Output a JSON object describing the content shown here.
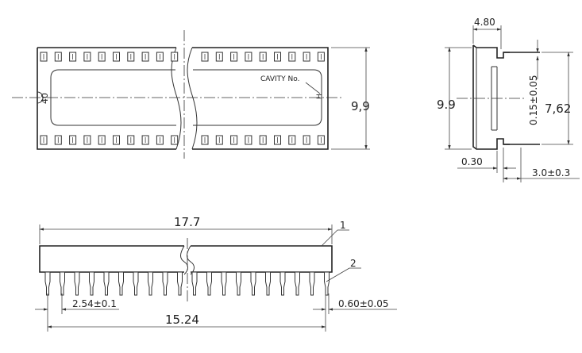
{
  "top_view": {
    "dim_height": "9,9",
    "cavity_label": "CAVITY  No.",
    "pin_one_mark": "40",
    "cavity_mark": "H"
  },
  "side_view": {
    "dim_top": "4.80",
    "dim_left": "9.9",
    "dim_pin_width": "0.15±0.05",
    "dim_row_pitch": "7,62",
    "dim_pin_offset": "0.30",
    "dim_pin_length": "3.0±0.3"
  },
  "front_view": {
    "dim_body_length": "17.7",
    "dim_pin_pitch": "2.54±0.1",
    "dim_pin_thickness": "0.60±0.05",
    "dim_pin_span": "15.24",
    "callout_1": "1",
    "callout_2": "2"
  }
}
